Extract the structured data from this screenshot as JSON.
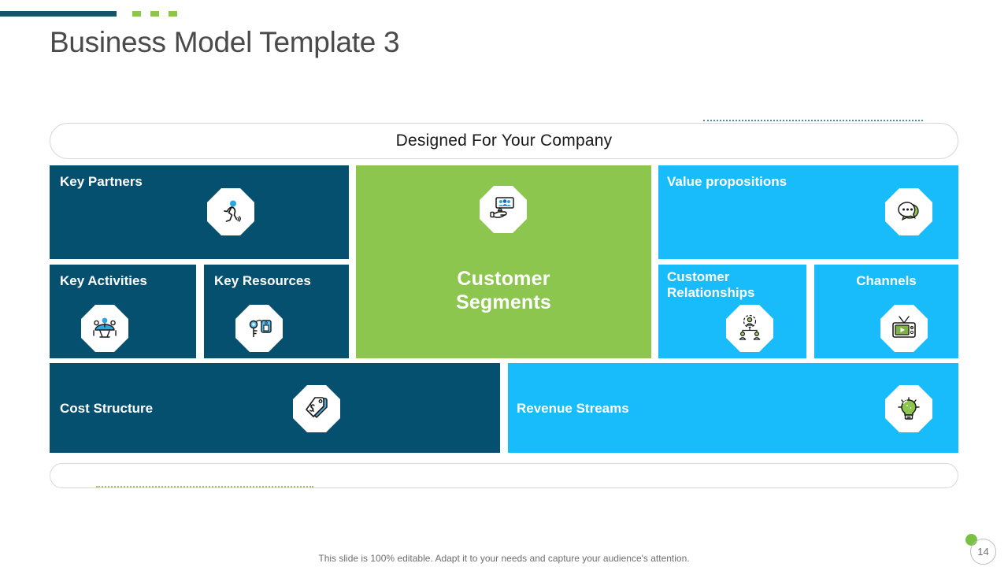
{
  "slide": {
    "title": "Business Model Template 3",
    "header_banner": "Designed For Your Company",
    "footer_note": "This slide is 100% editable. Adapt it to your needs and capture your audience's attention.",
    "page_number": "14"
  },
  "colors": {
    "teal": "#06506F",
    "green": "#8CC64F",
    "cyan": "#19BCFB",
    "title_gray": "#4A4A4A",
    "rule_teal": "#17536B",
    "badge_dot_green": "#7AC143"
  },
  "canvas": {
    "key_partners": {
      "label": "Key Partners",
      "icon": "running-person-icon"
    },
    "key_activities": {
      "label": "Key Activities",
      "icon": "meeting-table-icon"
    },
    "key_resources": {
      "label": "Key Resources",
      "icon": "key-tag-icon"
    },
    "customer_segments": {
      "label_line1": "Customer",
      "label_line2": "Segments",
      "icon": "hand-audience-screen-icon"
    },
    "value_propositions": {
      "label": "Value propositions",
      "icon": "speech-bubbles-icon"
    },
    "customer_relationships": {
      "label_line1": "Customer",
      "label_line2": "Relationships",
      "icon": "people-network-icon"
    },
    "channels": {
      "label": "Channels",
      "icon": "tv-play-icon"
    },
    "cost_structure": {
      "label": "Cost Structure",
      "icon": "price-tags-icon"
    },
    "revenue_streams": {
      "label": "Revenue Streams",
      "icon": "lightbulb-gear-icon"
    }
  }
}
